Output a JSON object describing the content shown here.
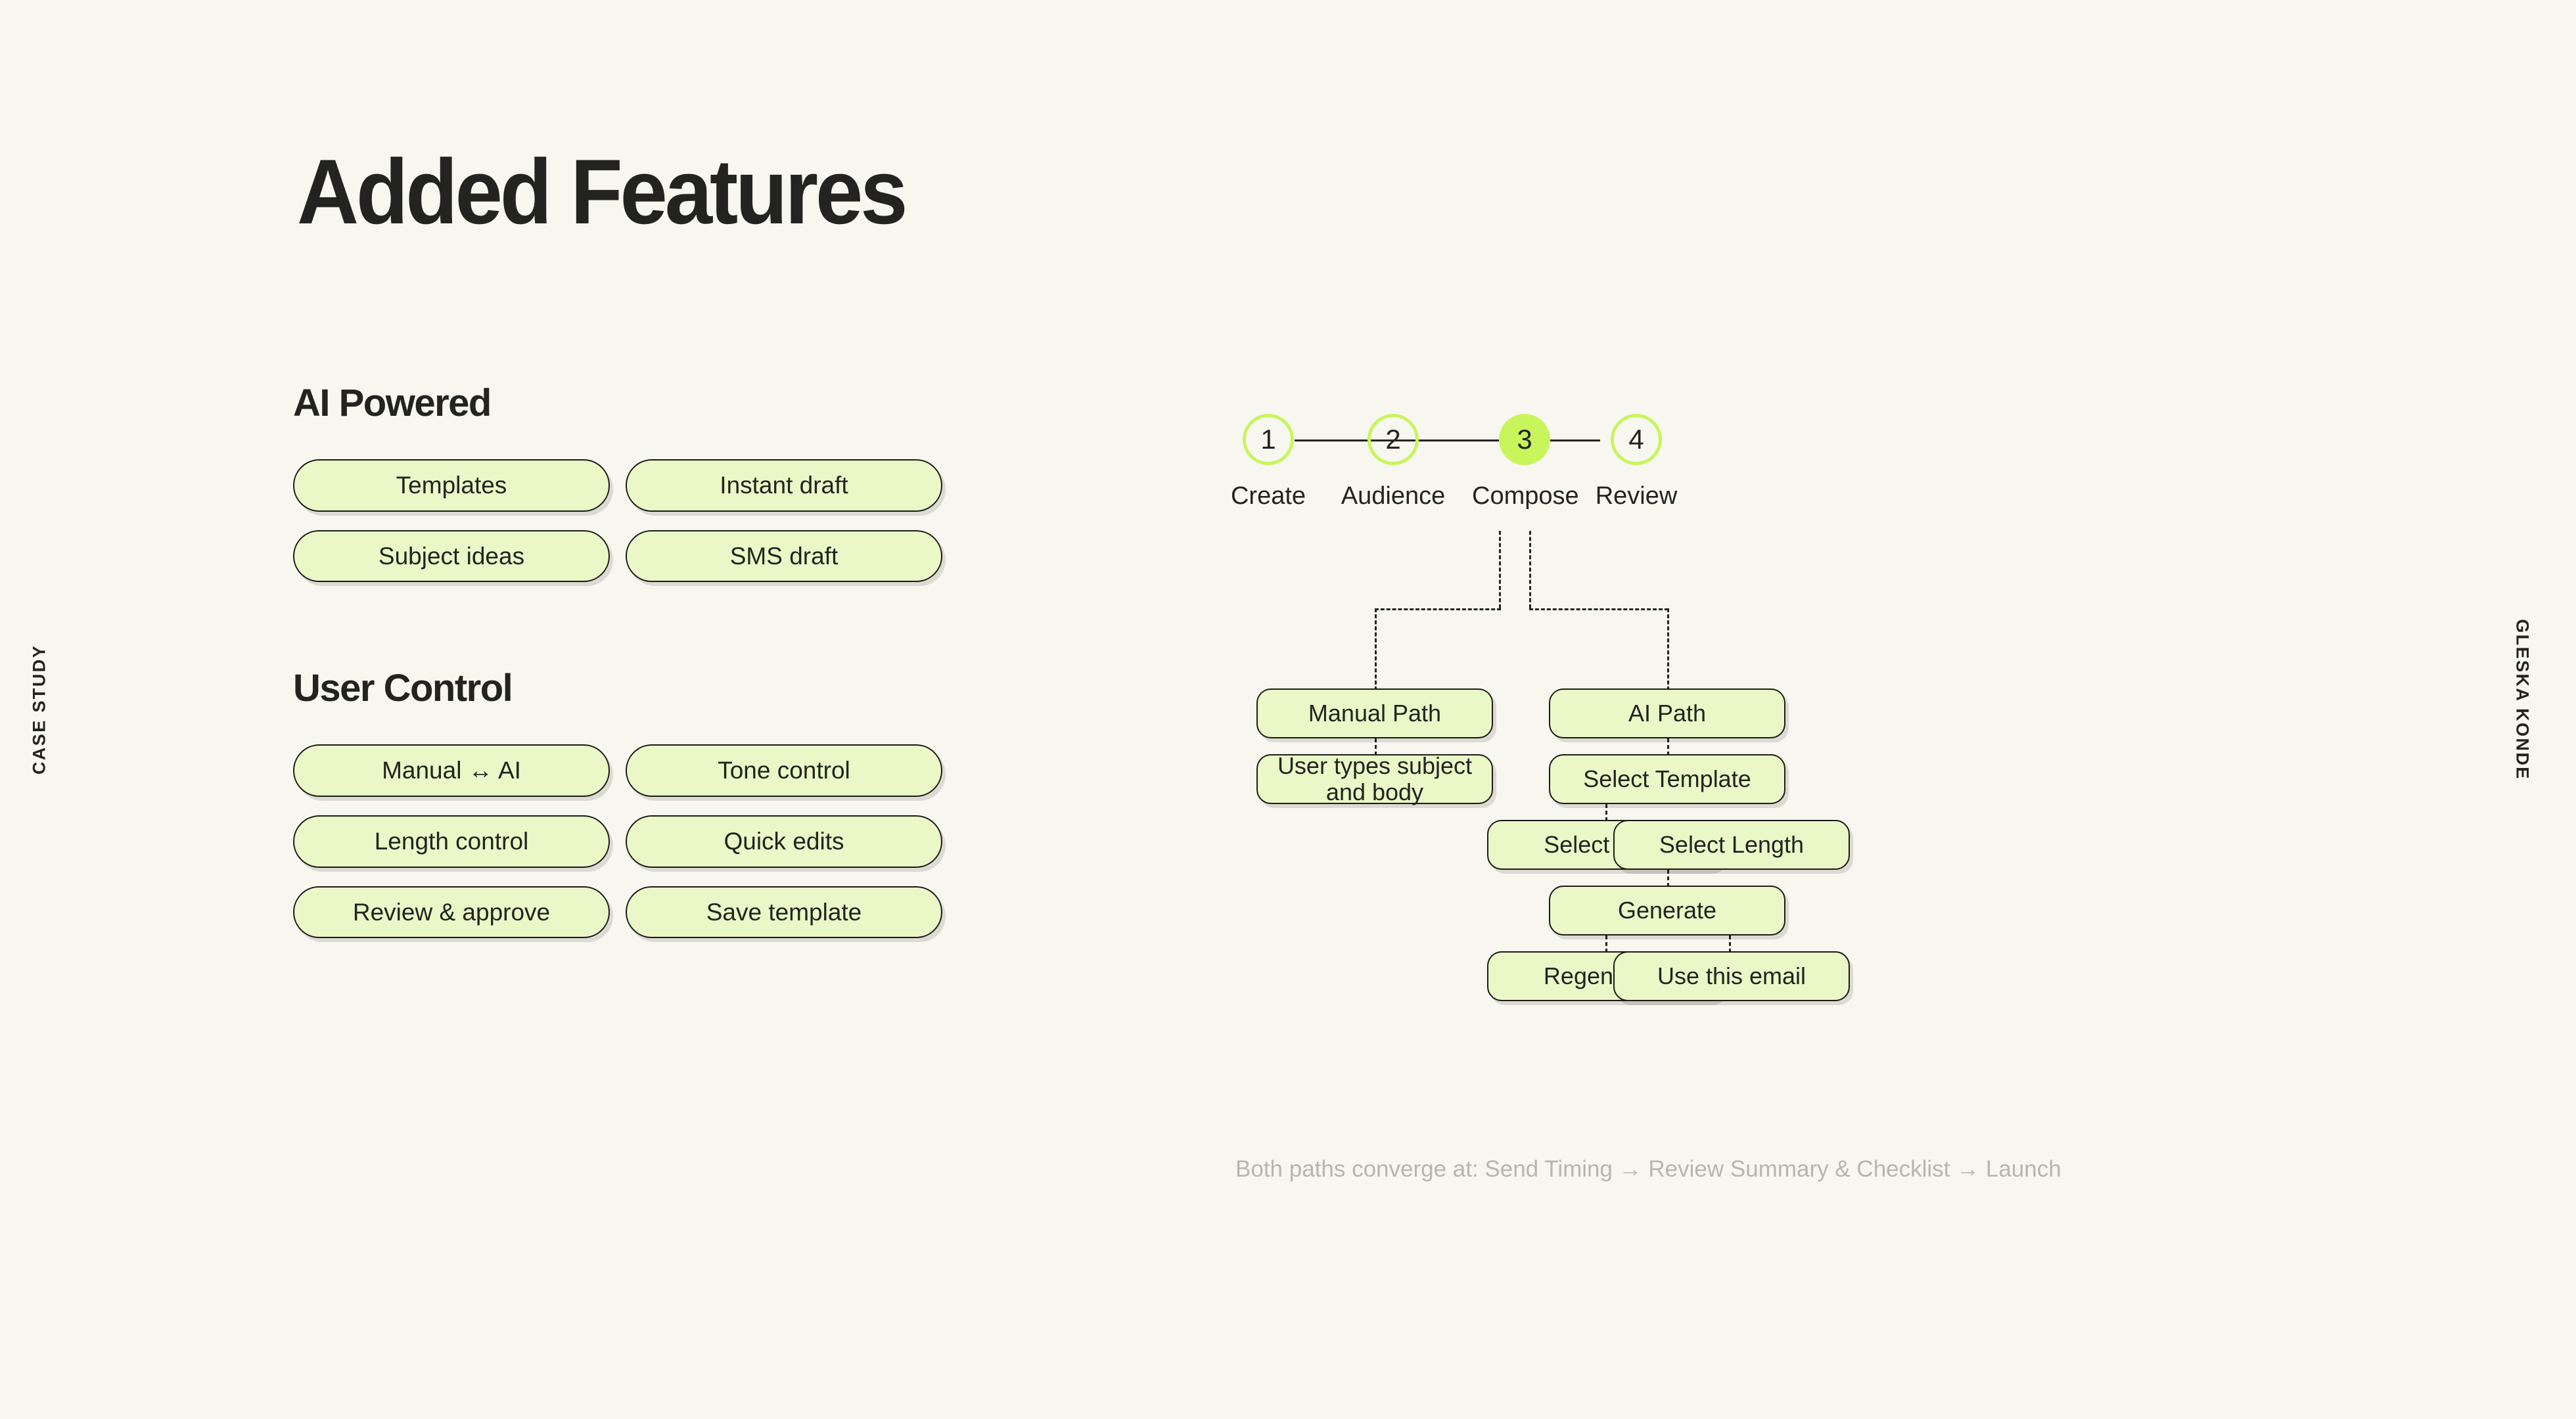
{
  "edge": {
    "left_label": "CASE STUDY",
    "right_label": "GLESKA KONDE"
  },
  "page": {
    "title": "Added Features",
    "background_color": "#f7f7f0",
    "ink_color": "#232320",
    "pill_fill": "#e9f8c6",
    "accent_color": "#c8f55c",
    "muted_color": "#b6b6ae"
  },
  "sections": [
    {
      "title": "AI Powered",
      "pills": [
        "Templates",
        "Instant draft",
        "Subject ideas",
        "SMS draft"
      ]
    },
    {
      "title": "User Control",
      "pills": [
        "Manual ↔ AI",
        "Tone control",
        "Length control",
        "Quick edits",
        "Review & approve",
        "Save template"
      ]
    }
  ],
  "stepper": {
    "steps": [
      {
        "number": "1",
        "label": "Create",
        "active": false
      },
      {
        "number": "2",
        "label": "Audience",
        "active": false
      },
      {
        "number": "3",
        "label": "Compose",
        "active": true
      },
      {
        "number": "4",
        "label": "Review",
        "active": false
      }
    ]
  },
  "flow": {
    "nodes": [
      {
        "id": "manual-path",
        "label": "Manual Path"
      },
      {
        "id": "user-types",
        "label": "User types subject and body"
      },
      {
        "id": "ai-path",
        "label": "AI Path"
      },
      {
        "id": "select-template",
        "label": "Select Template"
      },
      {
        "id": "select-tone",
        "label": "Select Tone"
      },
      {
        "id": "select-length",
        "label": "Select Length"
      },
      {
        "id": "generate",
        "label": "Generate"
      },
      {
        "id": "regenerate",
        "label": "Regenerate"
      },
      {
        "id": "use-this-email",
        "label": "Use this email"
      }
    ],
    "note": "Both paths converge at: Send Timing → Review Summary & Checklist → Launch"
  }
}
